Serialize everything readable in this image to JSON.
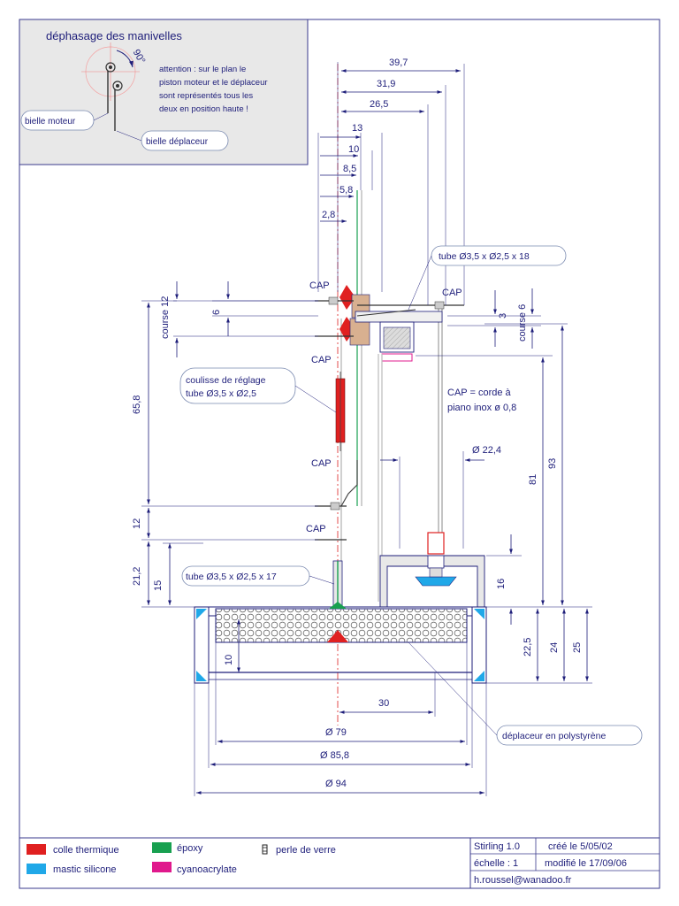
{
  "inset": {
    "title": "déphasage des manivelles",
    "angle": "90°",
    "note": [
      "attention : sur le plan le",
      "piston moteur et le déplaceur",
      "sont représentés tous les",
      "deux en position haute !"
    ],
    "bielle_moteur": "bielle moteur",
    "bielle_deplaceur": "bielle déplaceur"
  },
  "dimensions": {
    "d397": "39,7",
    "d319": "31,9",
    "d265": "26,5",
    "d13": "13",
    "d10": "10",
    "d85": "8,5",
    "d58": "5,8",
    "d28": "2,8",
    "course12": "course 12",
    "d6": "6",
    "d3": "3",
    "course6": "course 6",
    "d658": "65,8",
    "d12": "12",
    "d212": "21,2",
    "d15": "15",
    "d16": "16",
    "d81": "81",
    "d93": "93",
    "d225": "22,5",
    "d24": "24",
    "d25": "25",
    "d10b": "10",
    "d30": "30",
    "o79": "Ø 79",
    "o858": "Ø 85,8",
    "o94": "Ø 94",
    "o224": "Ø 22,4"
  },
  "labels": {
    "cap": "CAP",
    "tube_top": "tube Ø3,5 x Ø2,5 x 18",
    "tube_bottom": "tube Ø3,5 x Ø2,5 x 17",
    "coulisse": [
      "coulisse de réglage",
      "tube Ø3,5 x Ø2,5"
    ],
    "corde": [
      "CAP = corde à",
      "piano inox ø 0,8"
    ],
    "deplaceur": "déplaceur en polystyrène"
  },
  "legend": {
    "items": [
      {
        "label": "colle thermique",
        "color": "#e02020"
      },
      {
        "label": "mastic silicone",
        "color": "#20a8e8"
      },
      {
        "label": "époxy",
        "color": "#18a050"
      },
      {
        "label": "cyanoacrylate",
        "color": "#e0188c"
      },
      {
        "label": "perle de verre",
        "color": "#222222"
      }
    ]
  },
  "titleblock": {
    "name": "Stirling 1.0",
    "created": "créé le 5/05/02",
    "scale": "échelle : 1",
    "modified": "modifié le 17/09/06",
    "email": "h.roussel@wanadoo.fr"
  }
}
